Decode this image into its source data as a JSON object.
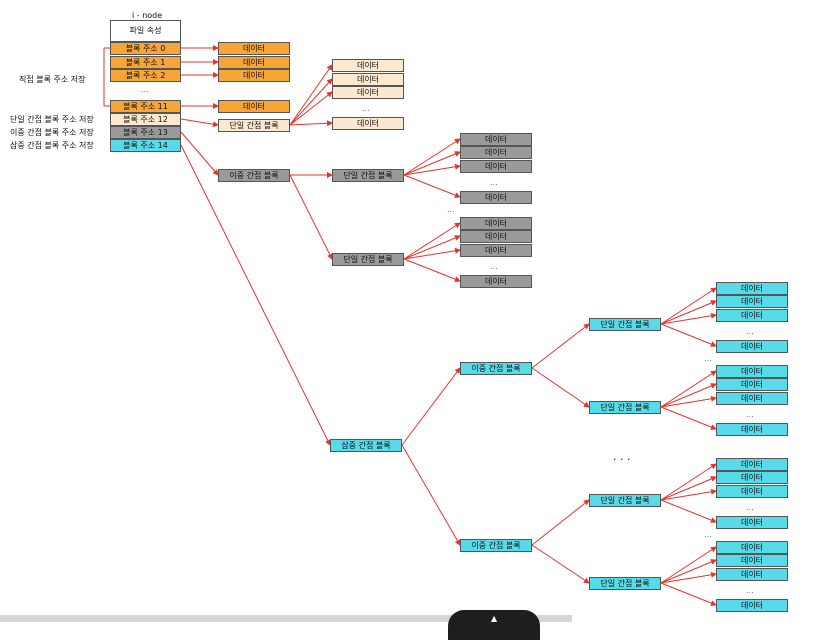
{
  "inode": {
    "title": "i - node",
    "file_attr": "파일 속성",
    "blocks": [
      "블록 주소 0",
      "블록 주소 1",
      "블록 주소 2",
      "블록 주소 11",
      "블록 주소 12",
      "블록 주소 13",
      "블록 주소 14"
    ],
    "ellipsis": "..."
  },
  "labels": {
    "direct": "직접 블록 주소 저장",
    "single": "단일 간접 블록 주소 저장",
    "double": "이중 간접 블록 주소 저장",
    "triple": "삼중 간접 블록 주소 저장"
  },
  "nodes": {
    "data": "데이터",
    "single": "단일 간접 블록",
    "double": "이중 간접 블록",
    "triple": "삼중 간접 블록"
  },
  "vdots": "...",
  "big_dots": "· · ·",
  "colors": {
    "direct": "#f7a537",
    "single_indirect": "#fbe8d0",
    "double_indirect": "#9a9a9a",
    "triple_indirect": "#57dbe8",
    "arrow": "#e8322c"
  }
}
